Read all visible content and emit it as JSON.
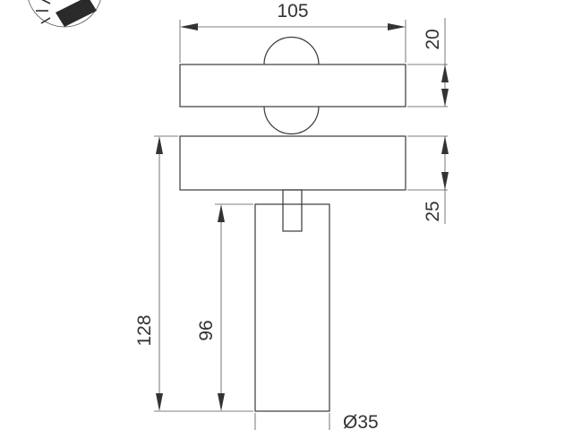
{
  "drawing": {
    "dimensions": {
      "width": "105",
      "top_height": "20",
      "base_height": "25",
      "total_height": "128",
      "spot_height": "96",
      "diameter": "Ø35"
    },
    "icon": "spotlight-icon",
    "colors": {
      "line": "#3a3a3a",
      "text": "#333333",
      "icon_fill": "#2a2a2a"
    }
  }
}
